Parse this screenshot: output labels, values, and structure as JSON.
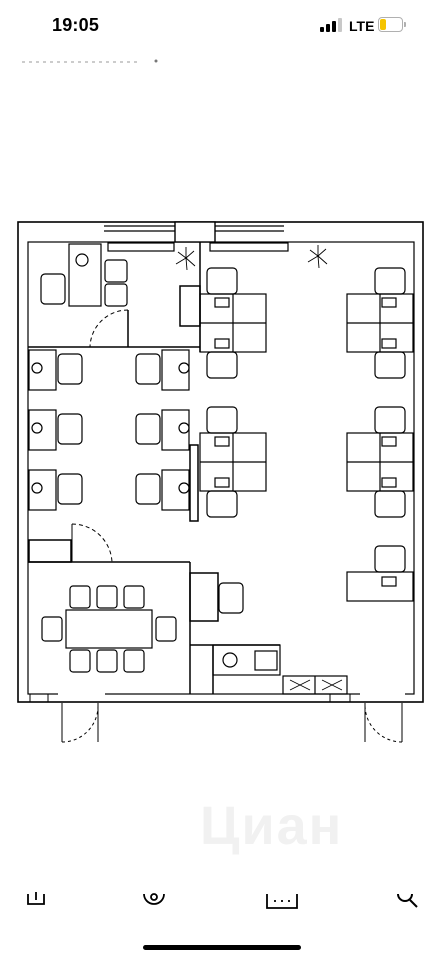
{
  "status_bar": {
    "time": "19:05",
    "network": "LTE",
    "signal_bars": 3,
    "battery_level": 0.3,
    "battery_color": "#f5c400"
  },
  "floor_plan": {
    "image_type": "office-floor-plan",
    "line_color": "#000000"
  },
  "watermark": {
    "text": "Циан"
  },
  "tab_bar": {
    "items": [
      {
        "icon": "share-icon"
      },
      {
        "icon": "profile-icon"
      },
      {
        "icon": "message-icon"
      },
      {
        "icon": "search-icon"
      }
    ]
  }
}
